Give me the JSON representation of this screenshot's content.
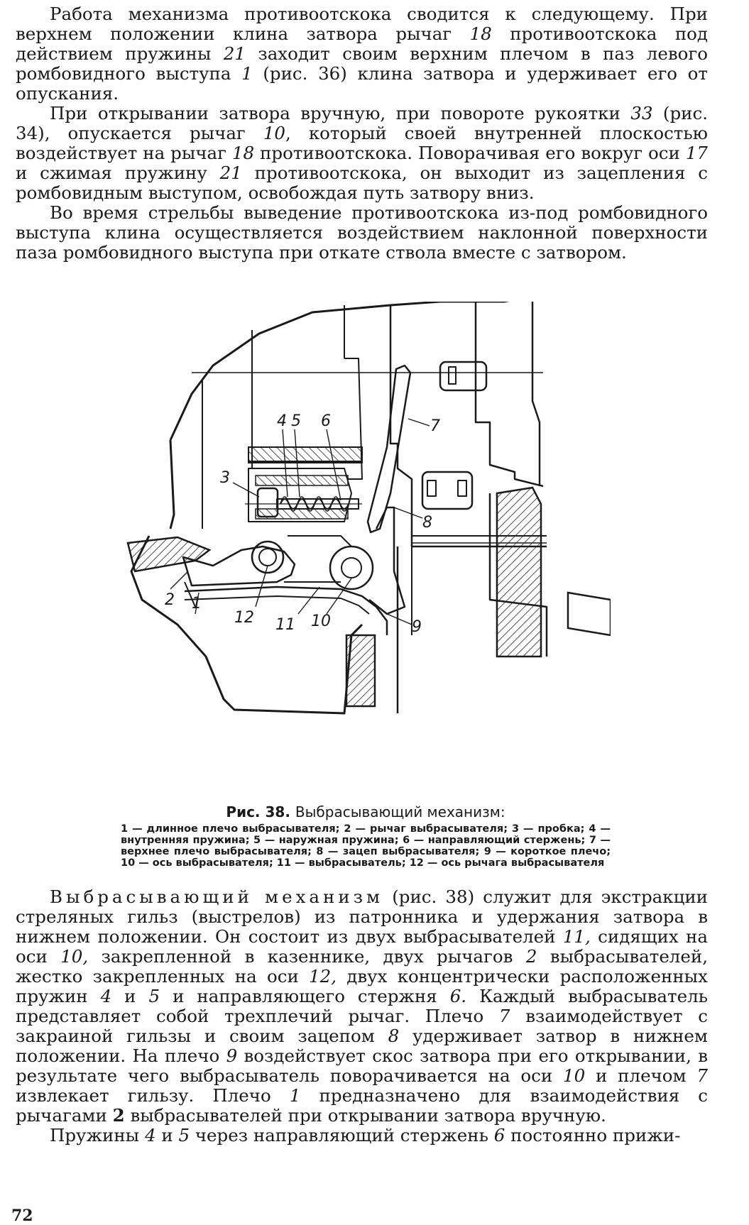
{
  "top_text": {
    "p1": {
      "a": "Работа механизма противоотскока сводится к следующему. При верхнем положении клина затвора рычаг ",
      "n1": "18",
      "b": " противоотскока под действием пружины ",
      "n2": "21",
      "c": " заходит своим верхним плечом в паз левого ромбовидного выступа ",
      "n3": "1",
      "d": " (рис. 36) клина затвора и удерживает его от опускания."
    },
    "p2": {
      "a": "При открывании затвора вручную, при повороте рукоятки ",
      "n1": "33",
      "b": " (рис. 34), опускается рычаг ",
      "n2": "10",
      "c": ", который своей внутренней плоскостью воздействует на рычаг ",
      "n3": "18",
      "d": " противоотскока. Поворачивая его вокруг оси ",
      "n4": "17",
      "e": " и сжимая пружину ",
      "n5": "21",
      "f": " противоотскока, он выходит из зацепления с ромбовидным выступом, освобождая путь затвору вниз."
    },
    "p3": "Во время стрельбы выведение противоотскока из-под ромбовидного выступа клина осуществляется воздействием наклонной поверхности паза ромбовидного выступа при откате ствола вместе с затвором."
  },
  "figure": {
    "callouts": [
      "1",
      "2",
      "3",
      "4",
      "5",
      "6",
      "7",
      "8",
      "9",
      "10",
      "11",
      "12"
    ],
    "caption_label": "Рис. 38.",
    "caption_title": "Выбрасывающий механизм:",
    "legend": "1 — длинное плечо выбрасывателя; 2 — рычаг выбрасывателя; 3 — пробка; 4 — внутренняя пружина; 5 — наружная пружина; 6 — направляющий стержень; 7 — верхнее плечо выбрасывателя; 8 — зацеп выбрасывателя; 9 — короткое плечо; 10 — ось выбрасывателя; 11 — выбрасыватель; 12 — ось рычага выбрасывателя"
  },
  "bottom_text": {
    "p1": {
      "term": "Выбрасывающий механизм",
      "a": " (рис. 38) служит для экстракции стреляных гильз (выстрелов) из патронника и удержания затвора в нижнем положении. Он состоит из двух выбрасывателей ",
      "n1": "11,",
      "b": " сидящих на оси ",
      "n2": "10,",
      "c": " закрепленной в казеннике, двух рычагов ",
      "n3": "2",
      "d": " выбрасывателей, жестко закрепленных на оси ",
      "n4": "12,",
      "e": " двух концентрически расположенных пружин ",
      "n5": "4",
      "f": " и ",
      "n6": "5",
      "g": " и направляющего стержня ",
      "n7": "6.",
      "h": " Каждый выбрасыватель представляет собой трехплечий рычаг. Плечо ",
      "n8": "7",
      "i": " взаимодействует с закраиной гильзы и своим зацепом ",
      "n9": "8",
      "j": " удерживает затвор в нижнем положении. На плечо ",
      "n10": "9",
      "k": " воздействует скос затвора при его открывании, в результате чего выбрасыватель поворачивается на оси ",
      "n11": "10",
      "l": " и плечом ",
      "n12": "7",
      "m": " извлекает гильзу. Плечо ",
      "n13": "1",
      "n": " предназначено для взаимодействия с рычагами ",
      "n14": "2",
      "o": " выбрасывателей при открывании затвора вручную."
    },
    "p2": {
      "a": "Пружины ",
      "n1": "4",
      "b": " и ",
      "n2": "5",
      "c": " через направляющий стержень ",
      "n3": "6",
      "d": " постоянно прижи-"
    }
  },
  "page_number": "72"
}
